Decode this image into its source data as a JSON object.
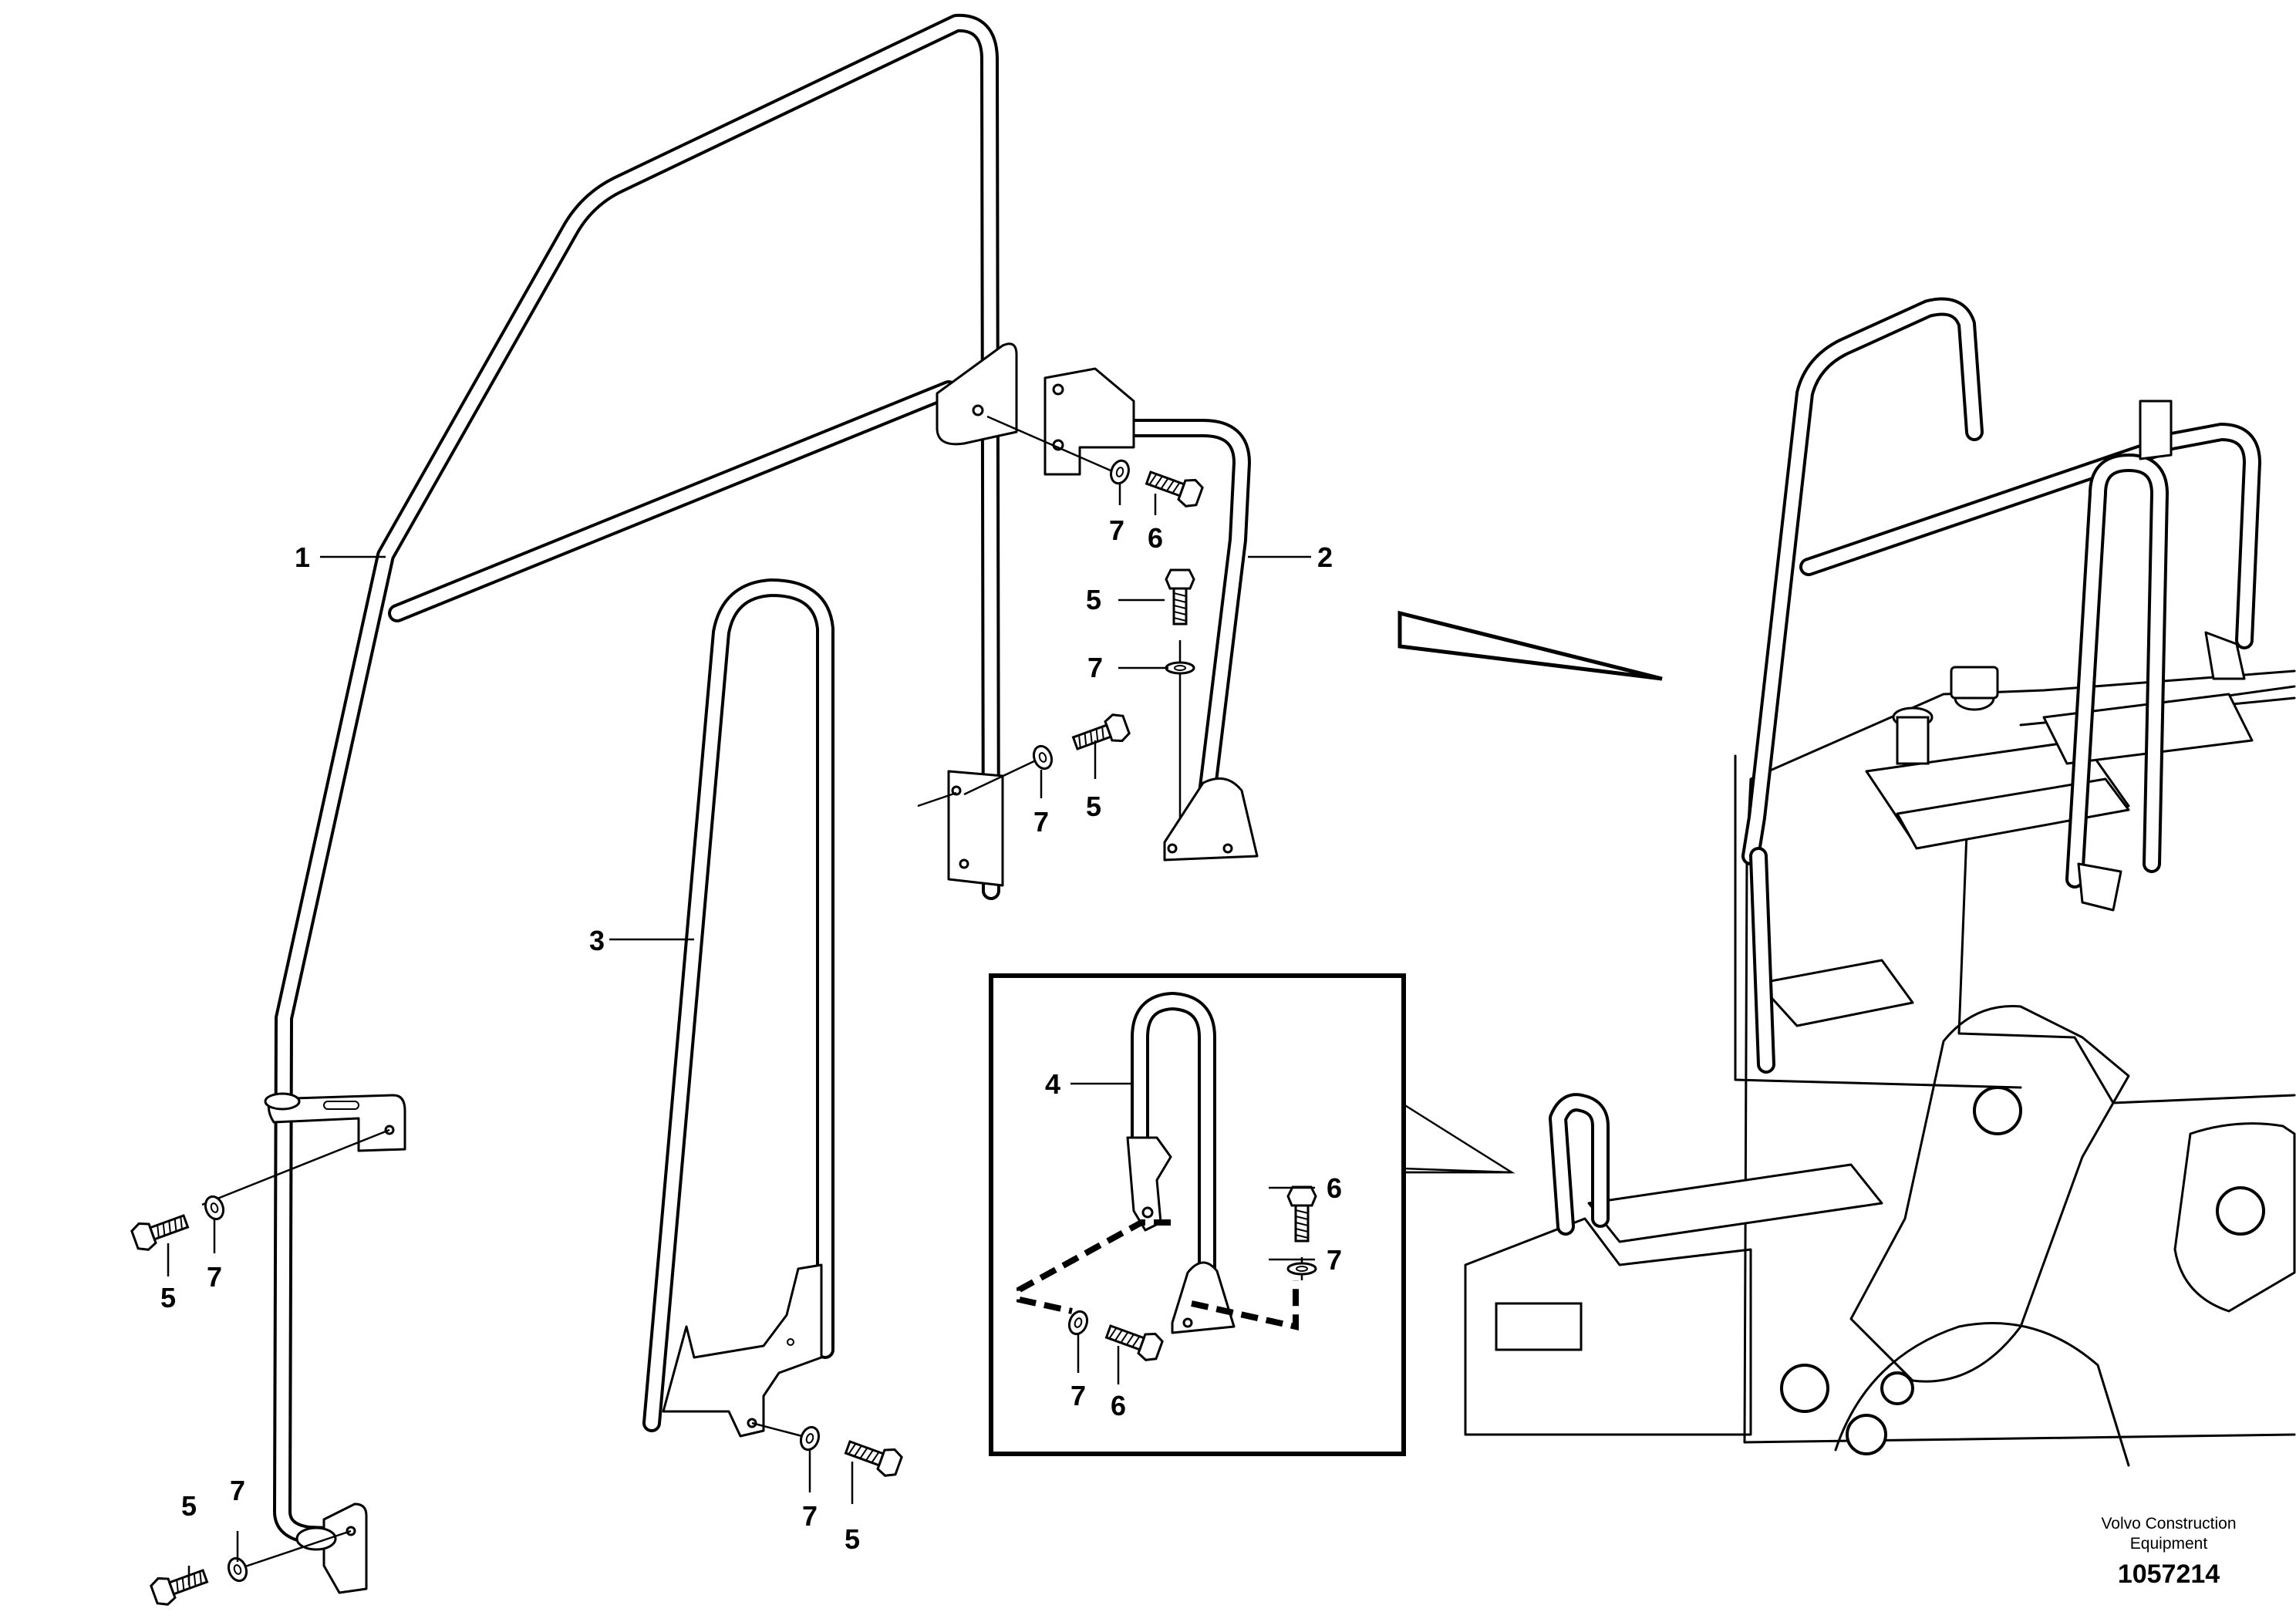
{
  "callouts": {
    "c1": "1",
    "c2": "2",
    "c3": "3",
    "c4": "4",
    "c5a": "5",
    "c5b": "5",
    "c5c": "5",
    "c5d": "5",
    "c5e": "5",
    "c6a": "6",
    "c6b": "6",
    "c6c": "6",
    "c7a": "7",
    "c7b": "7",
    "c7c": "7",
    "c7d": "7",
    "c7e": "7",
    "c7f": "7",
    "c7g": "7",
    "c7h": "7"
  },
  "footer": {
    "brand_line1": "Volvo Construction",
    "brand_line2": "Equipment",
    "doc_number": "1057214"
  }
}
